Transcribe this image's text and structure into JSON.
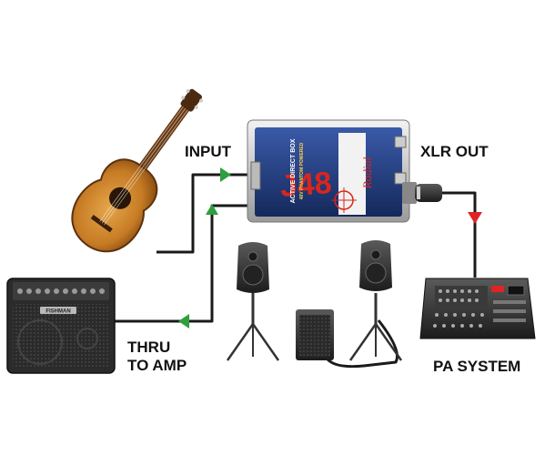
{
  "labels": {
    "input": "INPUT",
    "xlr_out": "XLR OUT",
    "thru_line1": "THRU",
    "thru_line2": "TO AMP",
    "pa_system": "PA SYSTEM"
  },
  "di_box": {
    "brand": "Radial",
    "model": "J48",
    "subtitle": "ACTIVE DIRECT BOX",
    "subtitle2": "48V PHANTOM POWERED"
  },
  "amp": {
    "badge": "FISHMAN"
  },
  "colors": {
    "cable": "#1a1a1a",
    "arrow_green": "#2e9e3e",
    "arrow_red": "#e02424",
    "di_blue": "#1e3a78",
    "di_red": "#d8261e"
  },
  "icons": {
    "guitar": "acoustic-guitar-icon",
    "amp": "acoustic-amp-icon",
    "speaker": "pa-speaker-icon",
    "sub": "subwoofer-icon",
    "mixer": "powered-mixer-icon"
  }
}
